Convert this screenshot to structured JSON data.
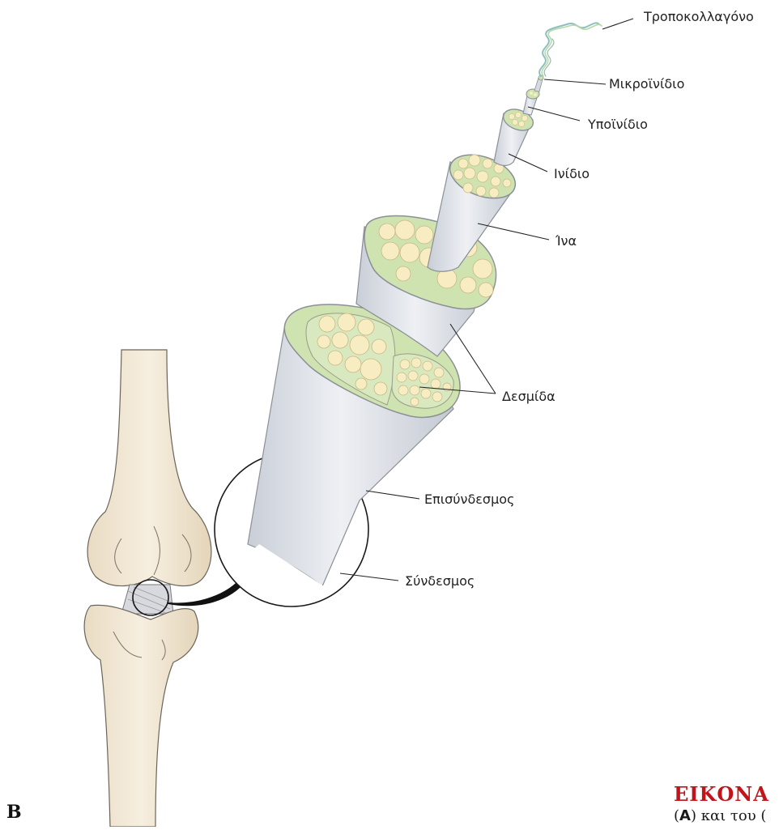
{
  "colors": {
    "sheath": "#dde1e8",
    "sheath_edge": "#8b8f96",
    "fibre_fill": "#f8edc2",
    "matrix": "#cfe3b0",
    "bone": "#efe3cf",
    "caption_red": "#c0161b"
  },
  "labels": {
    "tropocollagen": "Τροποκολλαγόνο",
    "microfibril": "Μικροϊνίδιο",
    "subfibril": "Υποϊνίδιο",
    "fibril": "Ινίδιο",
    "fibre": "Ίνα",
    "fascicle": "Δεσμίδα",
    "epiligament": "Επισύνδεσμος",
    "ligament": "Σύνδεσμος"
  },
  "panel": {
    "letter": "B"
  },
  "figure": {
    "word": "ΕΙΚΟΝΑ",
    "caption_open": "(",
    "caption_bold": "A",
    "caption_rest": ") και του ("
  },
  "icons": [
    "knee-joint-illustration",
    "zoom-circle",
    "curved-arrow-icon",
    "wavy-helix"
  ]
}
